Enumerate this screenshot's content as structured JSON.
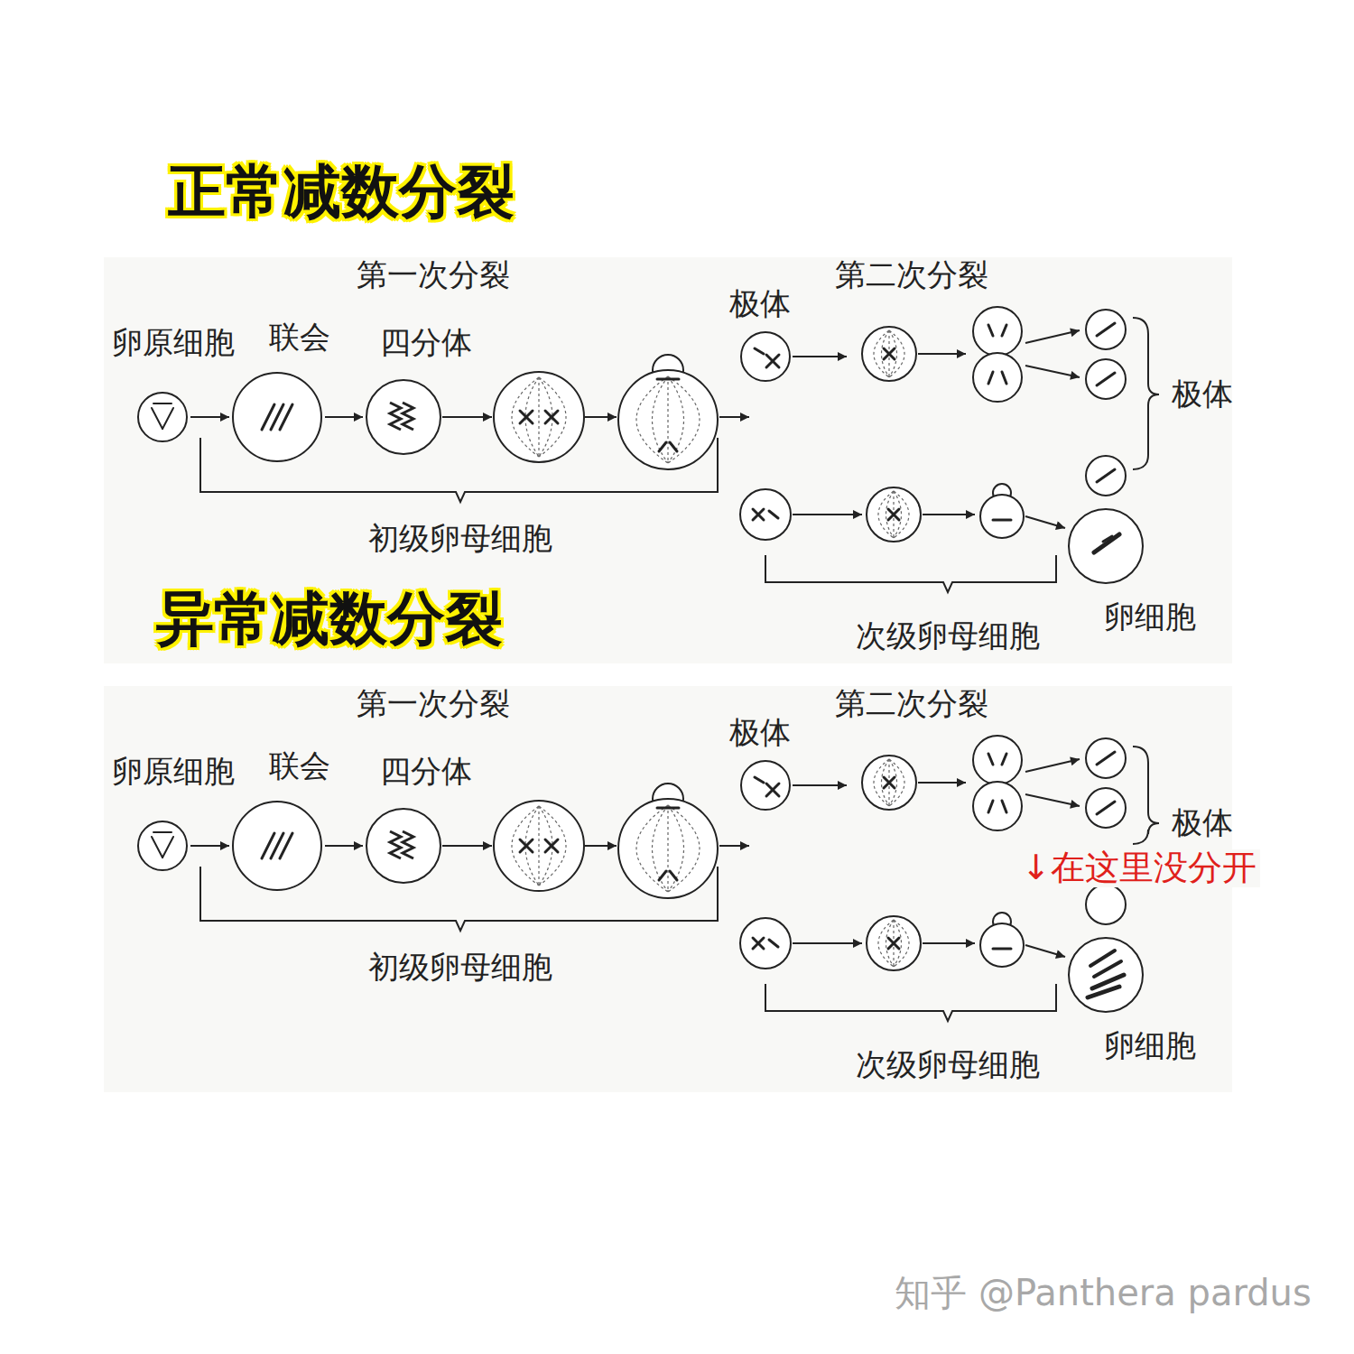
{
  "diagram": {
    "nodes": [
      {
        "text": [
          "卵原细胞"
        ]
      },
      {
        "text": [
          "联会"
        ]
      },
      {
        "text": [
          "四分体"
        ]
      },
      {
        "text": [
          "极体"
        ]
      },
      {
        "text": [
          "卵细胞"
        ]
      },
      {
        "text": [
          "卵原细胞"
        ]
      },
      {
        "text": [
          "联会"
        ]
      },
      {
        "text": [
          "四分体"
        ]
      },
      {
        "text": [
          "极体"
        ]
      },
      {
        "text": [
          "卵细胞"
        ]
      }
    ],
    "edges": [
      {
        "from": 0,
        "to": 1,
        "arrow": "to"
      },
      {
        "from": 1,
        "to": 2,
        "arrow": "to"
      },
      {
        "from": 5,
        "to": 6,
        "arrow": "to"
      },
      {
        "from": 6,
        "to": 7,
        "arrow": "to"
      }
    ],
    "labels": [
      "正常减数分裂",
      "第一次分裂",
      "第二次分裂",
      "极体",
      "初级卵母细胞",
      "次级卵母细胞",
      "异常减数分裂",
      "第一次分裂",
      "第二次分裂",
      "极体",
      "↓在这里没分开",
      "初级卵母细胞",
      "次级卵母细胞",
      "知乎 @Panthera pardus"
    ]
  }
}
